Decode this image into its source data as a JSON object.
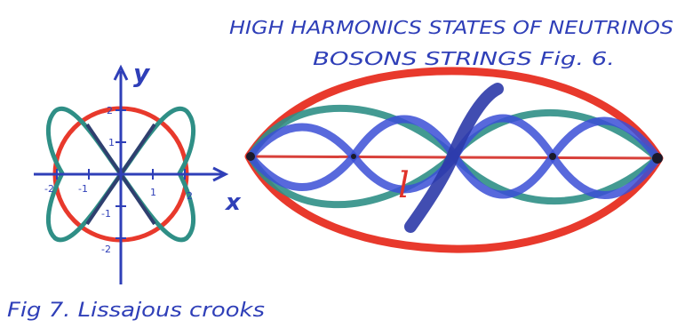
{
  "fig6": {
    "title_line1": "HIGH HARMONICS STATES OF NEUTRINOS",
    "title_line2": "BOSONS STRINGS Fig. 6.",
    "length_label": "l"
  },
  "fig7": {
    "caption": "Fig 7. Lissajous crooks",
    "axis_x_label": "x",
    "axis_y_label": "y",
    "tick_labels": {
      "x_neg2": "-2",
      "x_neg1": "-1",
      "x_pos1": "1",
      "x_pos2": "2",
      "y_pos2": "2",
      "y_pos1": "1",
      "y_neg1": "-1",
      "y_neg2": "-2"
    }
  },
  "colors": {
    "ink_blue": "#2f3fb8",
    "red": "#e8392c",
    "teal": "#2f8f86",
    "blue_string": "#3b4fd6",
    "black": "#1a1a2a"
  }
}
